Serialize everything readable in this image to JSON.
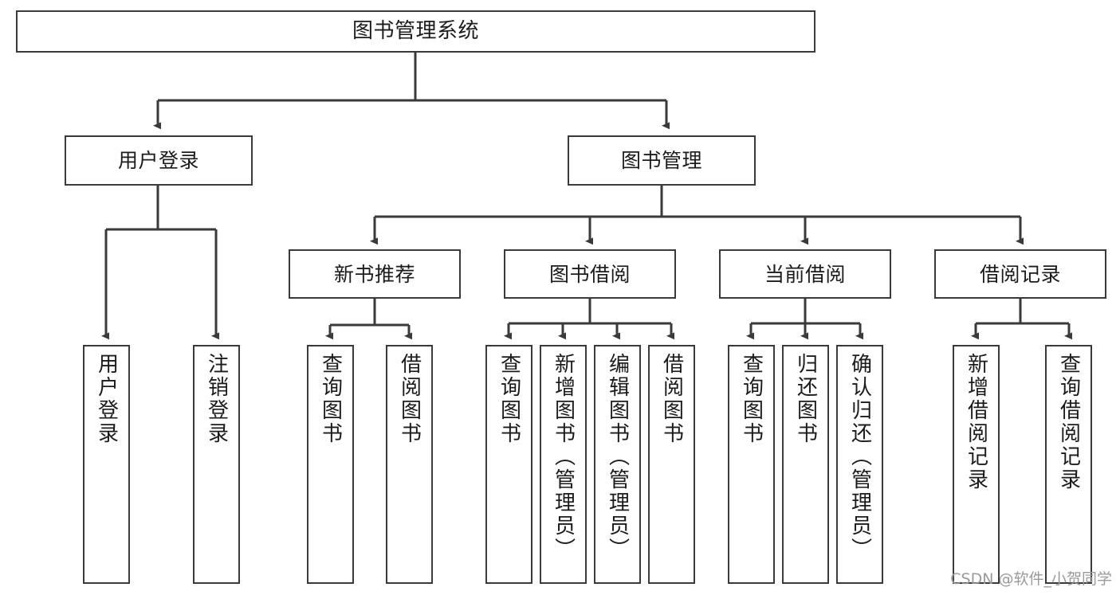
{
  "diagram": {
    "type": "tree-hierarchy-chart",
    "title": "图书管理系统",
    "root": {
      "label": "图书管理系统"
    },
    "level2": [
      {
        "label": "用户登录"
      },
      {
        "label": "图书管理"
      }
    ],
    "level3": [
      {
        "label": "新书推荐"
      },
      {
        "label": "图书借阅"
      },
      {
        "label": "当前借阅"
      },
      {
        "label": "借阅记录"
      }
    ],
    "leaves": {
      "user_login": [
        {
          "label": "用户登录"
        },
        {
          "label": "注销登录"
        }
      ],
      "new_book_recommend": [
        {
          "label": "查询图书"
        },
        {
          "label": "借阅图书"
        }
      ],
      "book_borrow": [
        {
          "label": "查询图书"
        },
        {
          "label": "新增图书（管理员）"
        },
        {
          "label": "编辑图书（管理员）"
        },
        {
          "label": "借阅图书"
        }
      ],
      "current_borrow": [
        {
          "label": "查询图书"
        },
        {
          "label": "归还图书"
        },
        {
          "label": "确认归还（管理员）"
        }
      ],
      "borrow_record": [
        {
          "label": "新增借阅记录"
        },
        {
          "label": "查询借阅记录"
        }
      ]
    }
  },
  "watermark": {
    "text": "CSDN @软件_小贺同学"
  },
  "colors": {
    "border": "#3a3a3a",
    "text": "#1b1b1b",
    "background": "#ffffff",
    "watermark": "#9a9a9a"
  }
}
